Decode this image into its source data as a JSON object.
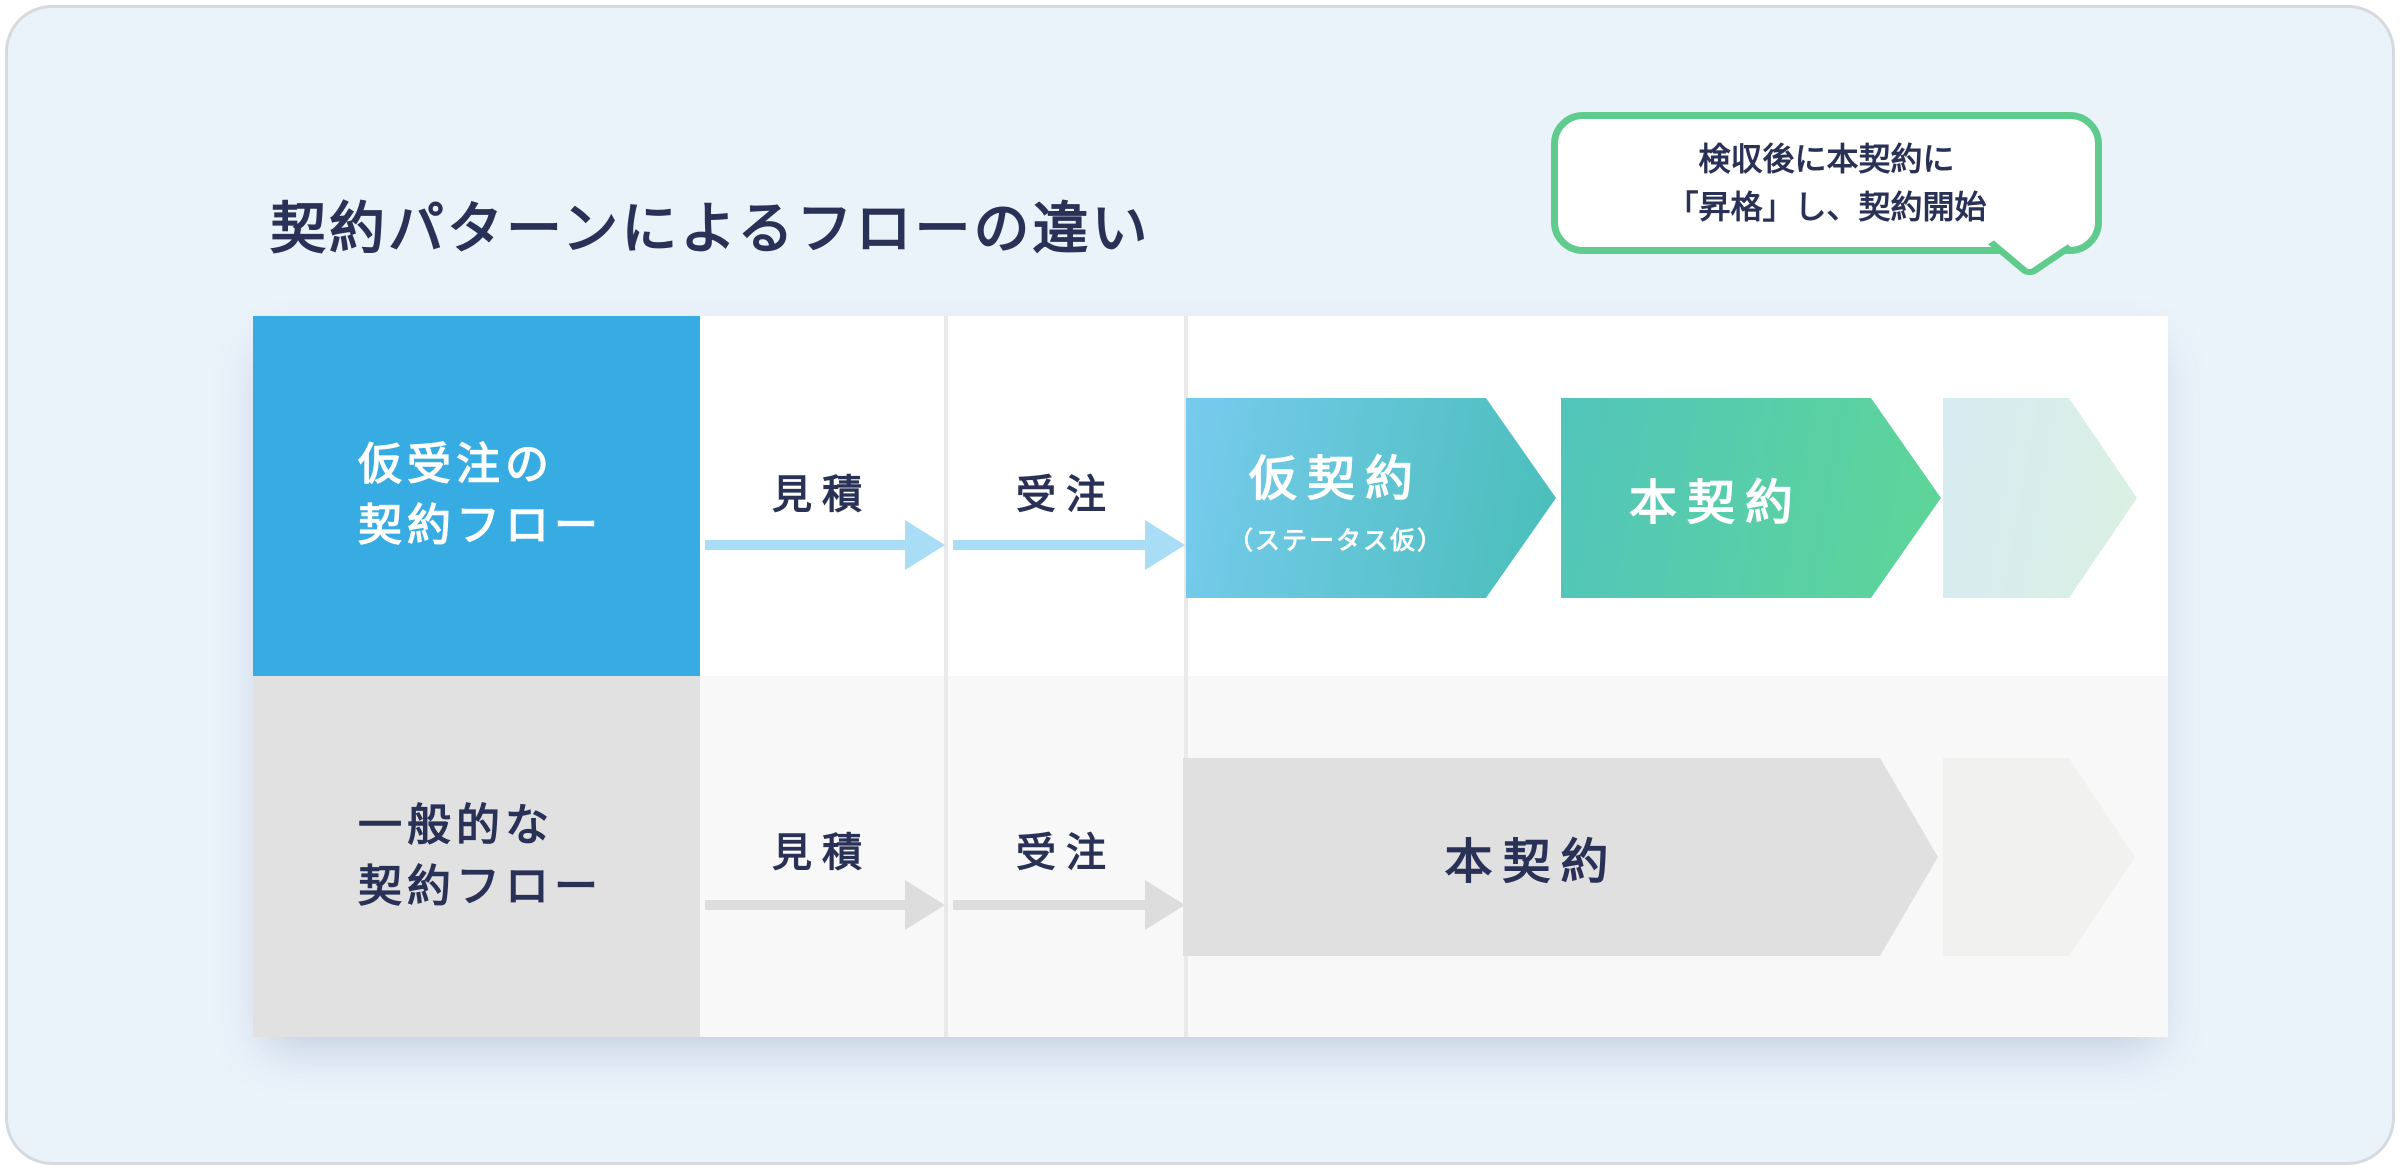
{
  "page": {
    "title": "契約パターンによるフローの違い",
    "title_color": "#2A3156",
    "panel_bg": "#EAF2FA",
    "text_color": "#2A3156"
  },
  "callout": {
    "line1": "検収後に本契約に",
    "line2": "「昇格」し、契約開始",
    "border_color": "#5FCB8C",
    "text_color": "#2A3156"
  },
  "table": {
    "rows": [
      {
        "label": [
          "仮受注の",
          "契約フロー"
        ],
        "label_bg": "#36ACE2",
        "label_color": "#FFFFFF",
        "steps": [
          "見積",
          "受注"
        ],
        "step_color": "#2A3156",
        "arrow_color": "#A9DCF5",
        "chevrons": [
          {
            "label": "仮契約",
            "sublabel": "（ステータス仮）",
            "gradient": [
              "#77CBEE",
              "#49BEB9"
            ],
            "text_color": "#FFFFFF"
          },
          {
            "label": "本契約",
            "gradient": [
              "#52C5BB",
              "#5ED697"
            ],
            "text_color": "#FFFFFF"
          },
          {
            "label": "",
            "gradient": [
              "#D7EBF2",
              "#DAF0E2"
            ],
            "text_color": "#FFFFFF"
          }
        ]
      },
      {
        "label": [
          "一般的な",
          "契約フロー"
        ],
        "label_bg": "#E1E1E1",
        "label_color": "#2A3156",
        "steps": [
          "見積",
          "受注"
        ],
        "step_color": "#2A3156",
        "arrow_color": "#DDDDDD",
        "chevrons": [
          {
            "label": "本契約",
            "gradient": [
              "#E0E0E0",
              "#E0E0E0"
            ],
            "text_color": "#2A3156"
          },
          {
            "label": "",
            "gradient": [
              "#F1F1F0",
              "#F1F1F0"
            ],
            "text_color": "#2A3156"
          }
        ]
      }
    ]
  }
}
